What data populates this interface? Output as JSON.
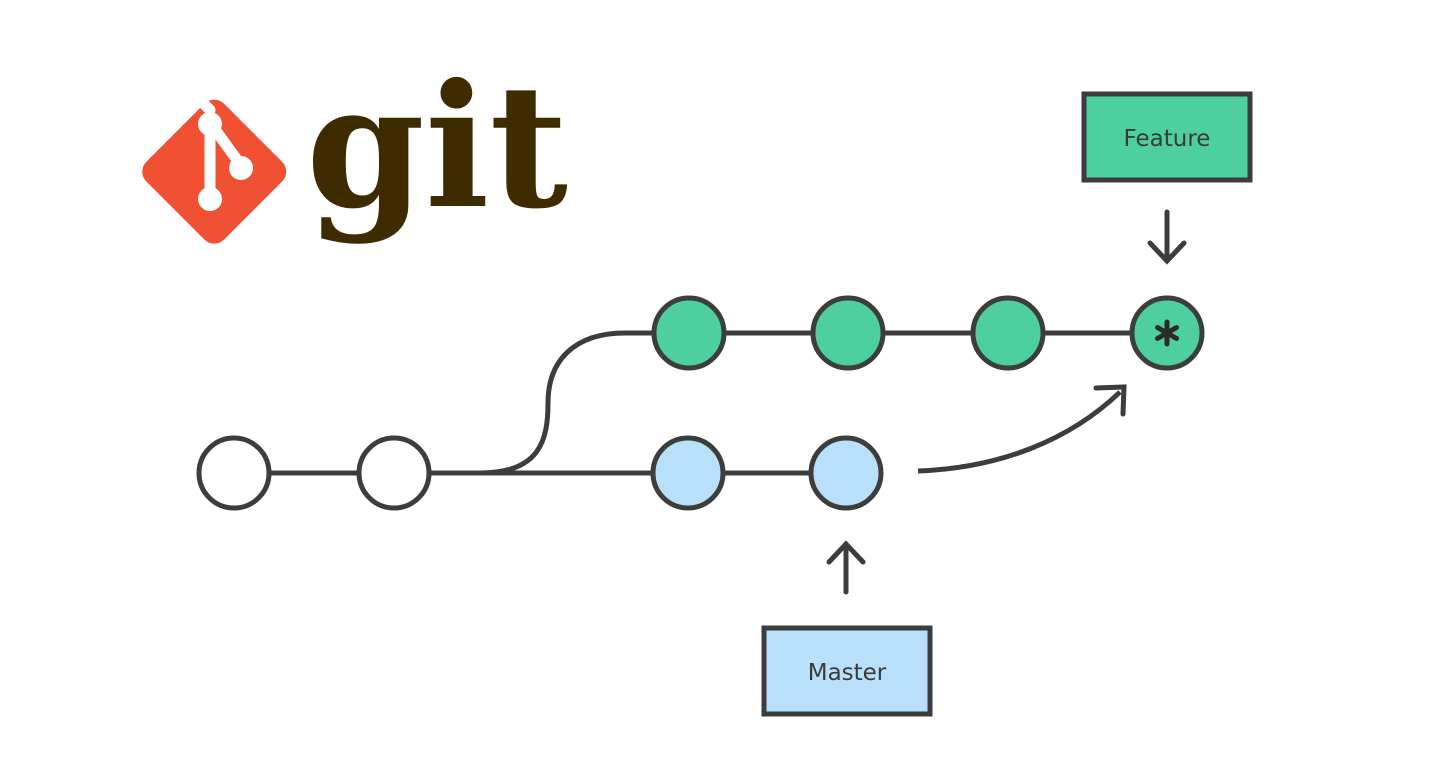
{
  "logo": {
    "wordmark": "git",
    "icon": "git-diamond-icon",
    "icon_color": "#f05133",
    "wordmark_color": "#3e2c00"
  },
  "branches": {
    "feature": {
      "label": "Feature",
      "color": "#4ecf9f"
    },
    "master": {
      "label": "Master",
      "color": "#b8e0fb"
    }
  },
  "base_commit_color": "#ffffff",
  "stroke_color": "#3d3d3d",
  "merge_commit_icon": "asterisk-icon"
}
